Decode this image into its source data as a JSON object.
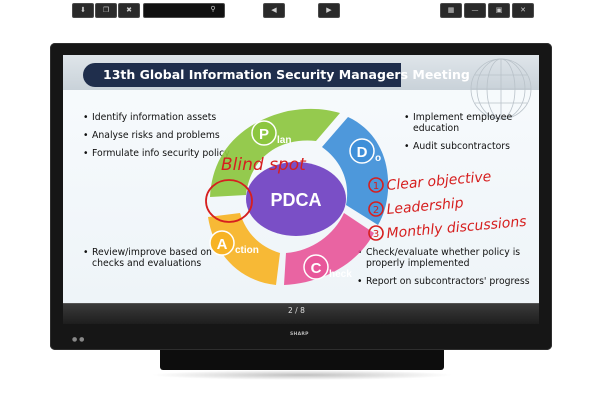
{
  "slide": {
    "title": "13th Global Information Security Managers Meeting",
    "left_top_bullets": [
      "Identify information assets",
      "Analyse risks and problems",
      "Formulate info security policy"
    ],
    "left_bottom_bullets": [
      "Review/improve based on checks and evaluations"
    ],
    "right_top_bullets": [
      "Implement employee education",
      "Audit subcontractors"
    ],
    "right_bottom_bullets": [
      "Check/evaluate whether policy is properly implemented",
      "Report on subcontractors' progress"
    ],
    "cycle": {
      "center": "PDCA",
      "plan": {
        "initial": "P",
        "rest": "lan"
      },
      "do": {
        "initial": "D",
        "rest": "o"
      },
      "check": {
        "initial": "C",
        "rest": "heck"
      },
      "action": {
        "initial": "A",
        "rest": "ction"
      }
    },
    "annotations": {
      "blind_spot": "Blind spot",
      "n1": "1",
      "t1": "Clear objective",
      "n2": "2",
      "t2": "Leadership",
      "n3": "3",
      "t3": "Monthly discussions"
    }
  },
  "toolbar": {
    "page_indicator": "2 / 8",
    "icons": [
      "pin-icon",
      "copy-icon",
      "tools-icon",
      "zoom-icon",
      "prev-icon",
      "next-icon",
      "display-icon",
      "minimize-icon",
      "window-icon",
      "close-icon"
    ]
  },
  "device": {
    "brand": "SHARP"
  },
  "colors": {
    "title_bar": "#1f2e4c",
    "plan": "#8cc63f",
    "do": "#3f8fd8",
    "check": "#e8579a",
    "action": "#f7b325",
    "center": "#7a4fc6",
    "ink": "#d61f1f"
  }
}
